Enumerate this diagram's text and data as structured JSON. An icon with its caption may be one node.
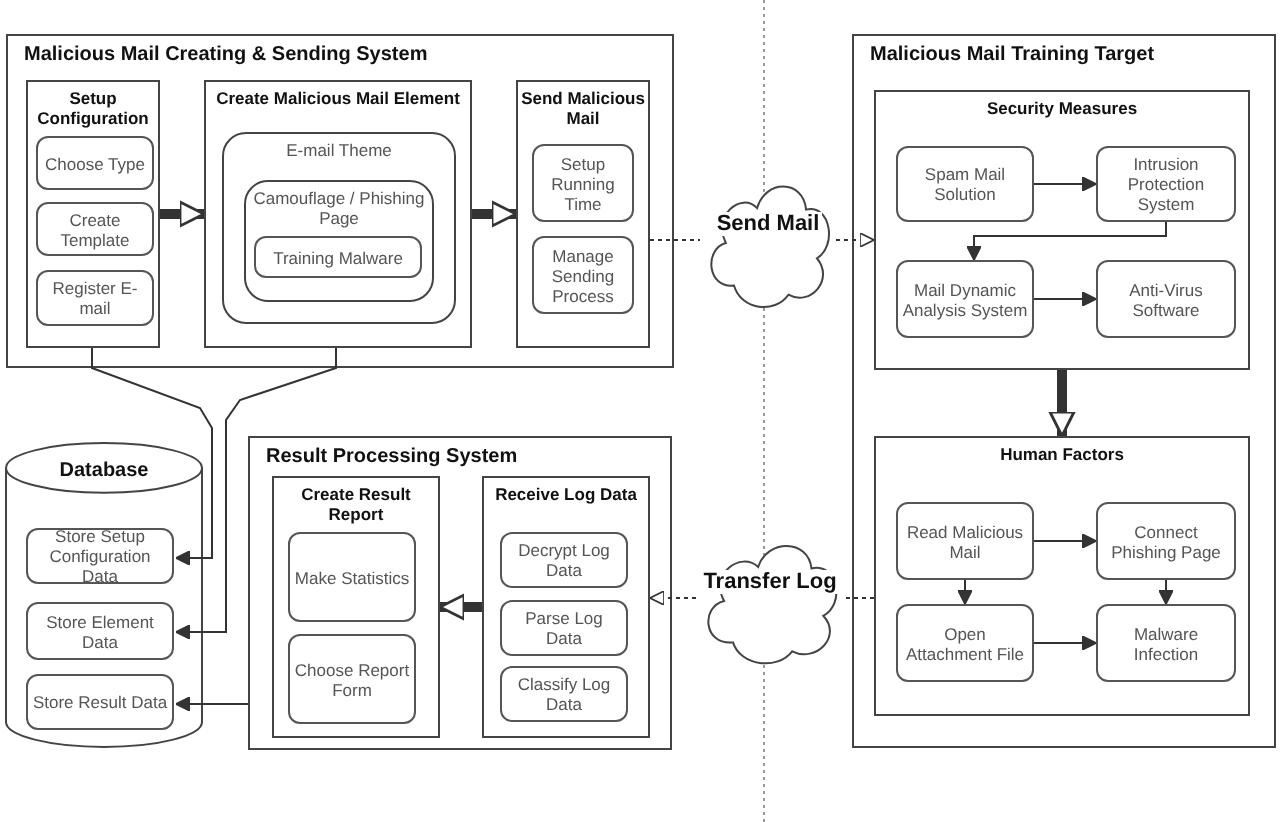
{
  "diagram": {
    "nodes": [
      {
        "text": [
          "Malicious Mail Creating & Sending System"
        ]
      },
      {
        "text": [
          "Setup Configuration"
        ],
        "in": 0
      },
      {
        "text": [
          "Choose Type"
        ],
        "in": 1
      },
      {
        "text": [
          "Create Template"
        ],
        "in": 1
      },
      {
        "text": [
          "Register E-mail"
        ],
        "in": 1
      },
      {
        "text": [
          "Create Malicious Mail Element"
        ],
        "in": 0
      },
      {
        "text": [
          "E-mail Theme"
        ],
        "in": 5
      },
      {
        "text": [
          "Camouflage / Phishing Page"
        ],
        "in": 6
      },
      {
        "text": [
          "Training Malware"
        ],
        "in": 7
      },
      {
        "text": [
          "Send Malicious Mail"
        ],
        "in": 0
      },
      {
        "text": [
          "Setup Running Time"
        ],
        "in": 9
      },
      {
        "text": [
          "Manage Sending Process"
        ],
        "in": 9
      },
      {
        "text": [
          "Send Mail"
        ]
      },
      {
        "text": [
          "Malicious Mail Training Target"
        ]
      },
      {
        "text": [
          "Security Measures"
        ],
        "in": 13
      },
      {
        "text": [
          "Spam Mail Solution"
        ],
        "in": 14
      },
      {
        "text": [
          "Intrusion Protection System"
        ],
        "in": 14
      },
      {
        "text": [
          "Mail Dynamic Analysis System"
        ],
        "in": 14
      },
      {
        "text": [
          "Anti-Virus Software"
        ],
        "in": 14
      },
      {
        "text": [
          "Human Factors"
        ],
        "in": 13
      },
      {
        "text": [
          "Read Malicious Mail"
        ],
        "in": 19
      },
      {
        "text": [
          "Connect Phishing Page"
        ],
        "in": 19
      },
      {
        "text": [
          "Open Attachment File"
        ],
        "in": 19
      },
      {
        "text": [
          "Malware Infection"
        ],
        "in": 19
      },
      {
        "text": [
          "Database"
        ]
      },
      {
        "text": [
          "Store Setup Configuration Data"
        ],
        "in": 24
      },
      {
        "text": [
          "Store Element Data"
        ],
        "in": 24
      },
      {
        "text": [
          "Store Result Data"
        ],
        "in": 24
      },
      {
        "text": [
          "Result Processing System"
        ]
      },
      {
        "text": [
          "Create Result Report"
        ],
        "in": 28
      },
      {
        "text": [
          "Make Statistics"
        ],
        "in": 29
      },
      {
        "text": [
          "Choose Report Form"
        ],
        "in": 29
      },
      {
        "text": [
          "Receive Log Data"
        ],
        "in": 28
      },
      {
        "text": [
          "Decrypt Log Data"
        ],
        "in": 32
      },
      {
        "text": [
          "Parse Log Data"
        ],
        "in": 32
      },
      {
        "text": [
          "Classify Log Data"
        ],
        "in": 32
      },
      {
        "text": [
          "Transfer Log"
        ]
      }
    ],
    "edges": [
      {
        "from": 1,
        "to": 5,
        "arrow": "to",
        "style": "thick"
      },
      {
        "from": 5,
        "to": 9,
        "arrow": "to",
        "style": "thick"
      },
      {
        "from": 9,
        "to": 12,
        "arrow": "none",
        "style": "dashed"
      },
      {
        "from": 12,
        "to": 14,
        "arrow": "to",
        "style": "dashed"
      },
      {
        "from": 15,
        "to": 16,
        "arrow": "to"
      },
      {
        "from": 16,
        "to": 17,
        "arrow": "to"
      },
      {
        "from": 17,
        "to": 18,
        "arrow": "to"
      },
      {
        "from": 14,
        "to": 19,
        "arrow": "to",
        "style": "thick"
      },
      {
        "from": 20,
        "to": 21,
        "arrow": "to"
      },
      {
        "from": 20,
        "to": 22,
        "arrow": "to"
      },
      {
        "from": 21,
        "to": 23,
        "arrow": "to"
      },
      {
        "from": 22,
        "to": 23,
        "arrow": "to"
      },
      {
        "from": 19,
        "to": 36,
        "arrow": "none",
        "style": "dashed"
      },
      {
        "from": 36,
        "to": 32,
        "arrow": "to",
        "style": "dashed"
      },
      {
        "from": 32,
        "to": 29,
        "arrow": "to",
        "style": "thick"
      },
      {
        "from": 1,
        "to": 25,
        "arrow": "to"
      },
      {
        "from": 5,
        "to": 26,
        "arrow": "to"
      },
      {
        "from": 28,
        "to": 27,
        "arrow": "to"
      }
    ]
  }
}
